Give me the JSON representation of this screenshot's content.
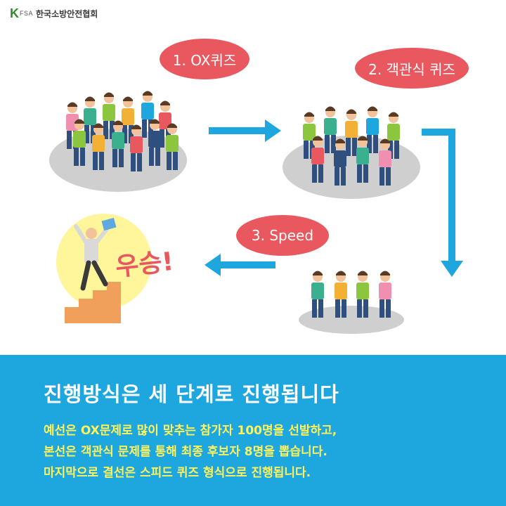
{
  "logo": {
    "mark": "K",
    "abbr": "FSA",
    "name": "한국소방안전협회"
  },
  "steps": [
    {
      "label": "1. OX퀴즈"
    },
    {
      "label": "2. 객관식 퀴즈"
    },
    {
      "label": "3. Speed"
    }
  ],
  "winner_text": "우승!",
  "panel": {
    "title": "진행방식은 세 단계로 진행됩니다",
    "lines": [
      "예선은 OX문제로 많이 맞추는 참가자 100명을 선발하고,",
      "본선은 객관식 문제를 통해 최종 후보자 8명을 뽑습니다.",
      "마지막으로 결선은 스피드 퀴즈 형식으로 진행됩니다."
    ]
  },
  "colors": {
    "bubble": "#e8585e",
    "arrow": "#1ea6df",
    "panel_bg": "#1ea6df",
    "panel_title": "#ffffff",
    "panel_text": "#fff35a",
    "ground": "#cfcfcf"
  },
  "icons": [
    "crowd-large-illustration",
    "crowd-medium-illustration",
    "finalists-illustration",
    "winner-illustration"
  ]
}
